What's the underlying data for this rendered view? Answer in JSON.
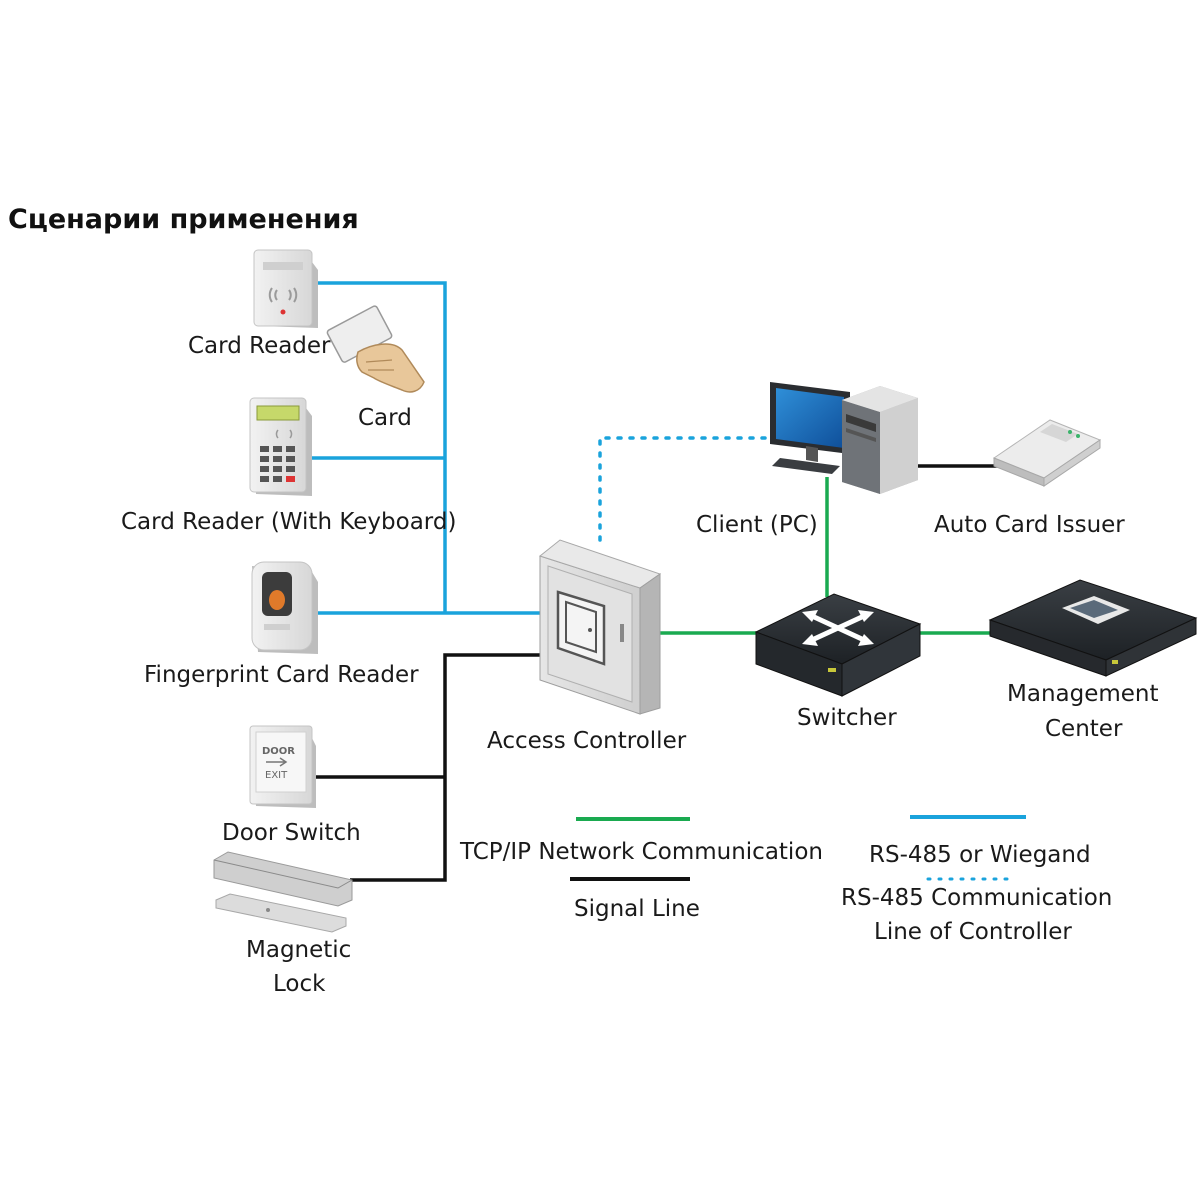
{
  "heading": "Сценарии применения",
  "colors": {
    "tcpip": "#1aaa50",
    "rs485": "#1aa3dc",
    "signal": "#111111",
    "controller_bus": "#1aa3dc"
  },
  "nodes": {
    "card_reader": {
      "label": "Card Reader",
      "icon": "card-reader-icon"
    },
    "card": {
      "label": "Card",
      "icon": "card-in-hand-icon"
    },
    "keypad_reader": {
      "label": "Card Reader (With Keyboard)",
      "icon": "keypad-reader-icon"
    },
    "fingerprint_reader": {
      "label": "Fingerprint Card Reader",
      "icon": "fingerprint-reader-icon"
    },
    "door_switch": {
      "label": "Door Switch",
      "icon": "door-exit-button-icon",
      "face_text": [
        "DOOR",
        "EXIT"
      ]
    },
    "magnetic_lock": {
      "label_lines": [
        "Magnetic",
        "Lock"
      ],
      "icon": "magnetic-lock-icon"
    },
    "access_controller": {
      "label": "Access Controller",
      "icon": "access-controller-cabinet-icon"
    },
    "client_pc": {
      "label": "Client (PC)",
      "icon": "desktop-computer-icon"
    },
    "auto_card_issuer": {
      "label": "Auto Card Issuer",
      "icon": "card-issuer-icon"
    },
    "switcher": {
      "label": "Switcher",
      "icon": "network-switch-icon"
    },
    "management_center": {
      "label_lines": [
        "Management",
        "Center"
      ],
      "icon": "server-rack-icon"
    }
  },
  "legend": {
    "tcpip": "TCP/IP Network Communication",
    "signal": "Signal Line",
    "rs485": "RS-485 or Wiegand",
    "controller_bus_lines": [
      "RS-485 Communication",
      "Line of Controller"
    ]
  }
}
